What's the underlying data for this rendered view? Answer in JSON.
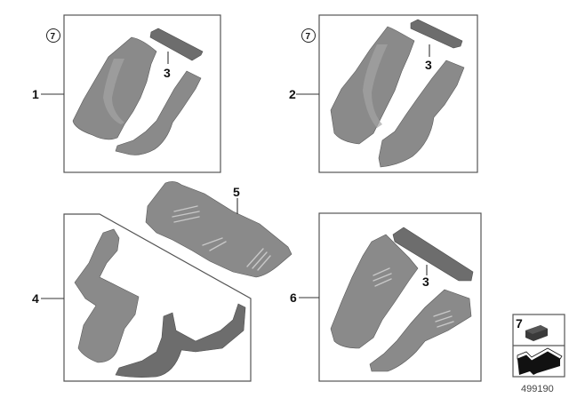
{
  "diagram": {
    "image_number": "499190",
    "groups": [
      {
        "id": "group-1",
        "callout": "1",
        "circled_ref": "7",
        "sub_callout": "3"
      },
      {
        "id": "group-2",
        "callout": "2",
        "circled_ref": "7",
        "sub_callout": "3"
      },
      {
        "id": "group-4",
        "callout": "4"
      },
      {
        "id": "part-5",
        "callout": "5"
      },
      {
        "id": "group-6",
        "callout": "6",
        "sub_callout": "3"
      }
    ],
    "legend": {
      "item_number": "7",
      "item_icon": "foam-pad-icon",
      "lower_icon": "installation-arrow-icon"
    }
  }
}
